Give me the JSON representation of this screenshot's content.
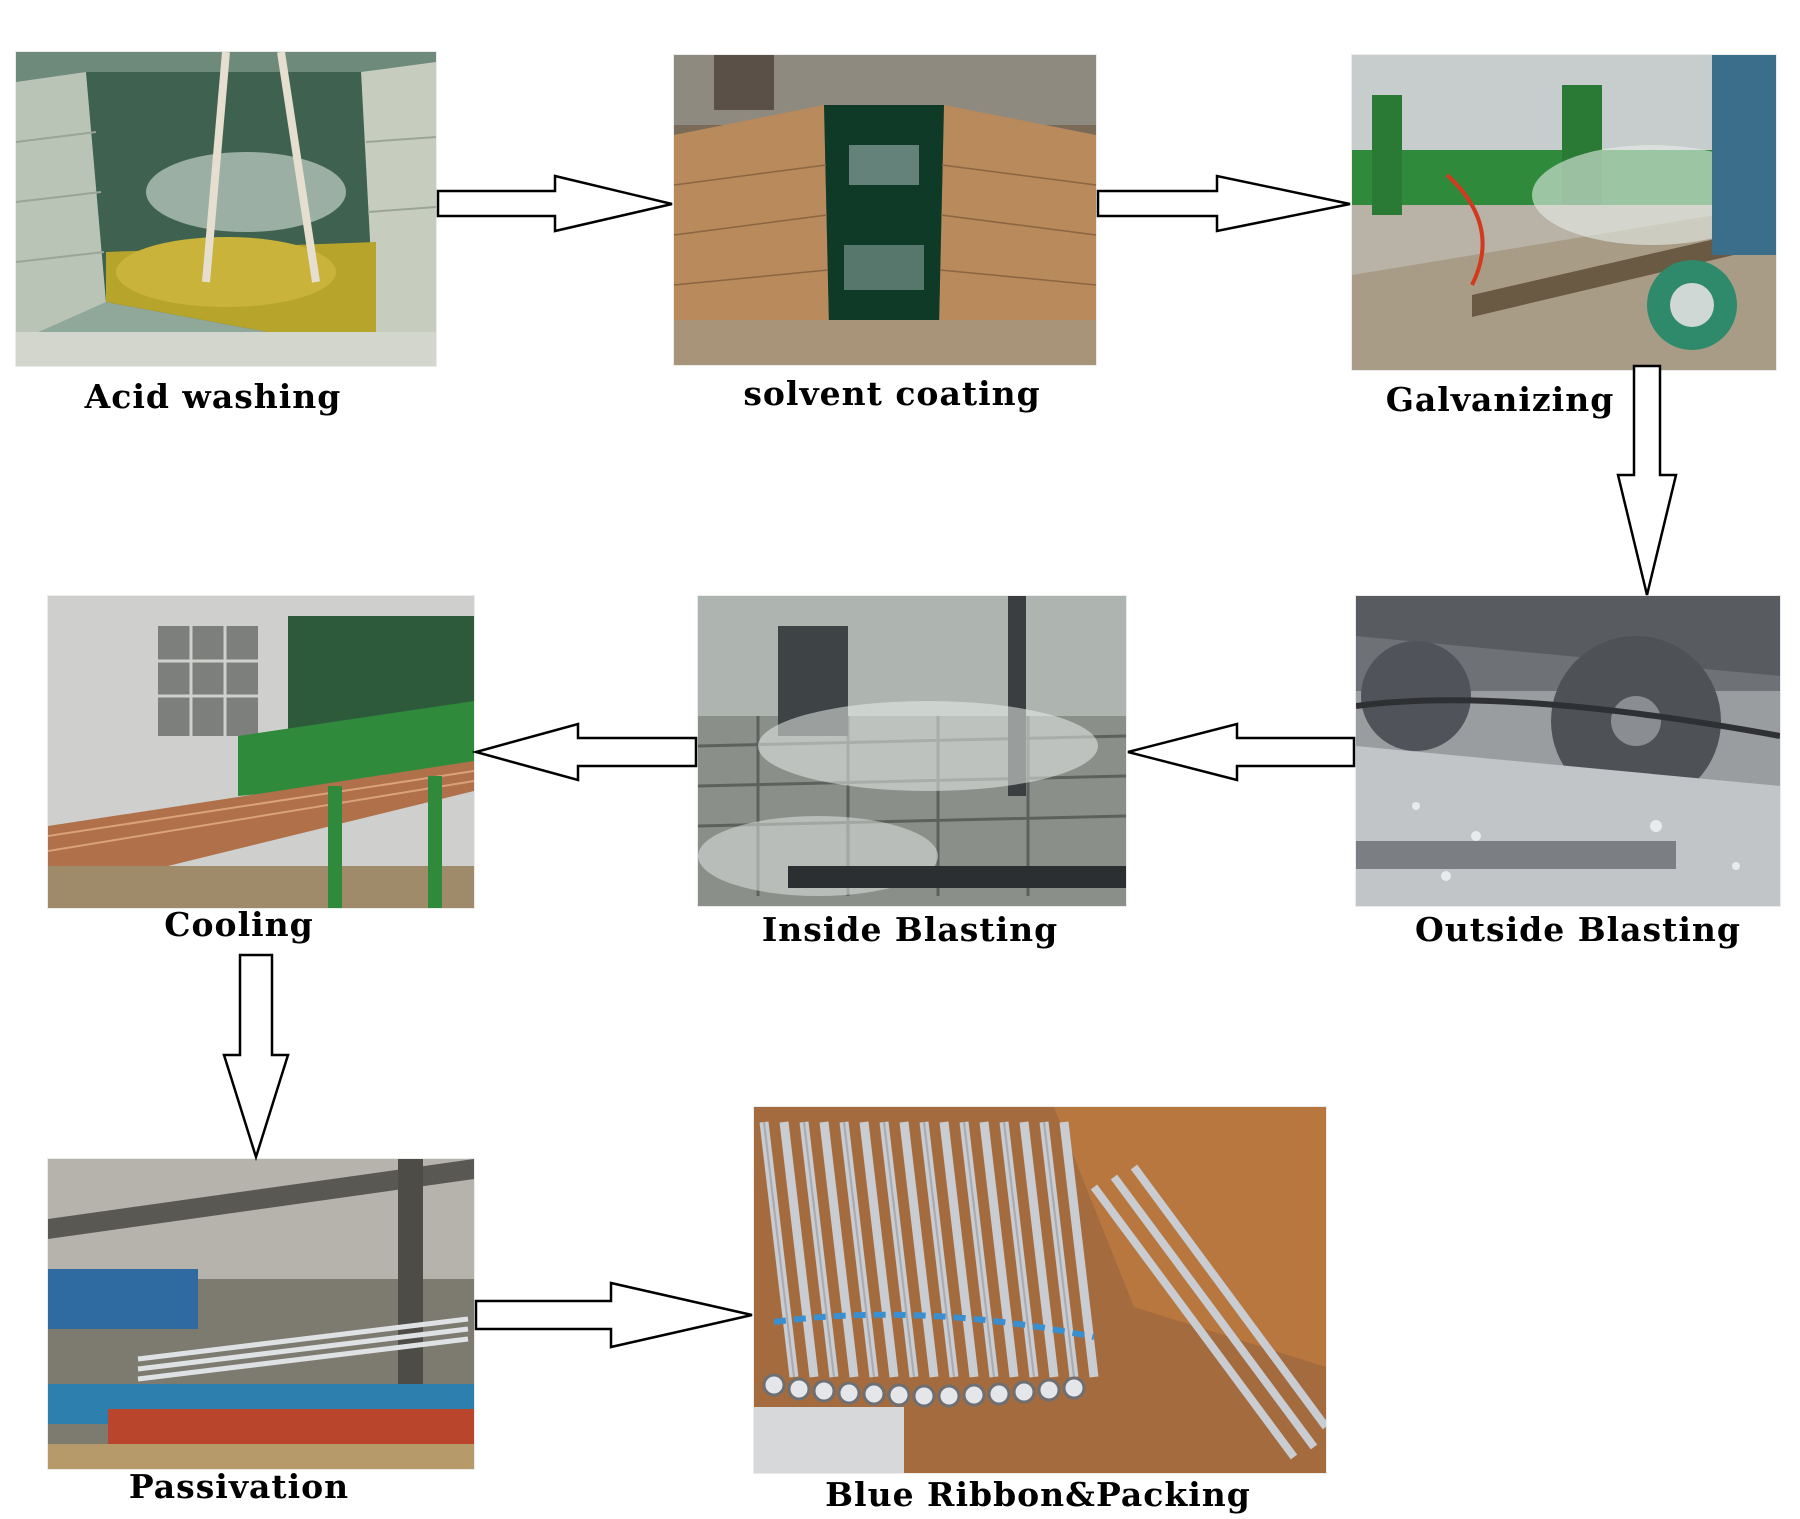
{
  "steps": [
    {
      "label": "Acid washing",
      "photo": "acid-washing-tank"
    },
    {
      "label": "solvent coating",
      "photo": "solvent-coating-tank"
    },
    {
      "label": "Galvanizing",
      "photo": "galvanizing-machine"
    },
    {
      "label": "Outside Blasting",
      "photo": "outside-blasting-machine"
    },
    {
      "label": "Inside Blasting",
      "photo": "inside-blasting-line"
    },
    {
      "label": "Cooling",
      "photo": "cooling-rack"
    },
    {
      "label": "Passivation",
      "photo": "passivation-bath"
    },
    {
      "label": "Blue Ribbon&Packing",
      "photo": "stacked-galvanized-pipes"
    }
  ],
  "colors": {
    "arrow_outline": "#000000",
    "arrow_fill": "#ffffff",
    "machine_green": "#2f8a3c",
    "tank_liquid": "#0f3a28",
    "brick": "#b88a5c",
    "steel": "#c9ccd1"
  }
}
